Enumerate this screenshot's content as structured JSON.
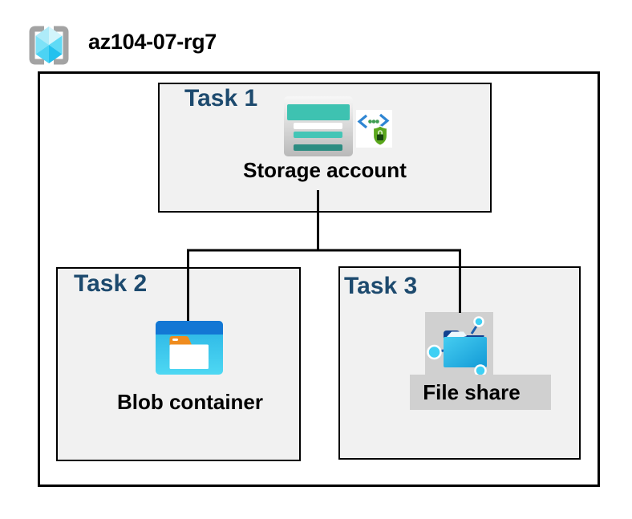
{
  "diagram": {
    "resource_group": {
      "name": "az104-07-rg7",
      "icon": "resource-group-icon"
    },
    "tasks": [
      {
        "id": "task1",
        "label": "Task 1",
        "item": "Storage account",
        "icons": [
          "storage-account-icon",
          "sas-security-icon"
        ]
      },
      {
        "id": "task2",
        "label": "Task 2",
        "item": "Blob container",
        "icons": [
          "blob-container-icon"
        ]
      },
      {
        "id": "task3",
        "label": "Task 3",
        "item": "File share",
        "icons": [
          "file-share-icon"
        ]
      }
    ],
    "connections": [
      {
        "from": "Storage account",
        "to": "Blob container"
      },
      {
        "from": "Storage account",
        "to": "File share"
      }
    ],
    "colors": {
      "task_label_navy": "#1d4a6e",
      "box_fill_gray": "#f1f1f1",
      "box_border": "#000000",
      "file_share_highlight_gray": "#d0d0d0",
      "storage_teal": "#3ec2b1",
      "storage_teal_dark": "#2d8c81",
      "blob_header_blue": "#1377d4",
      "blob_body_cyan": "#35c2ea",
      "folder_tab_orange": "#ef8c1f",
      "file_share_cyan": "#2fc3ee",
      "file_share_navy": "#12418f",
      "security_shield_green": "#5aa71c",
      "security_bracket_blue": "#2f86d3",
      "rg_bracket_gray": "#a3a3a3",
      "rg_cube_cyan": "#4cd3f4"
    }
  }
}
